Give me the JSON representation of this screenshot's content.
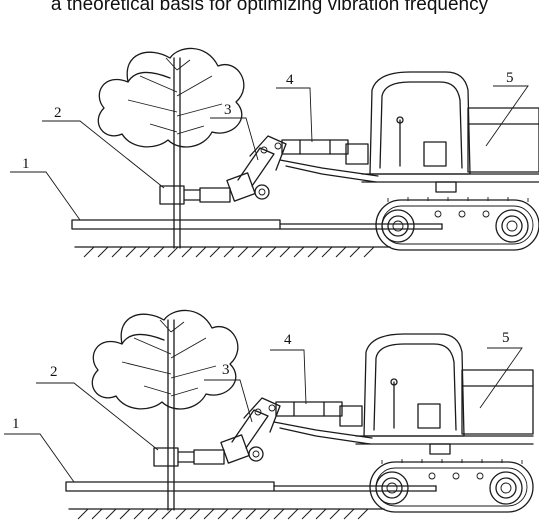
{
  "caption": "a theoretical basis for optimizing vibration frequency",
  "labels": [
    "1",
    "2",
    "3",
    "4",
    "5"
  ],
  "views": [
    "upper-view",
    "lower-view"
  ]
}
